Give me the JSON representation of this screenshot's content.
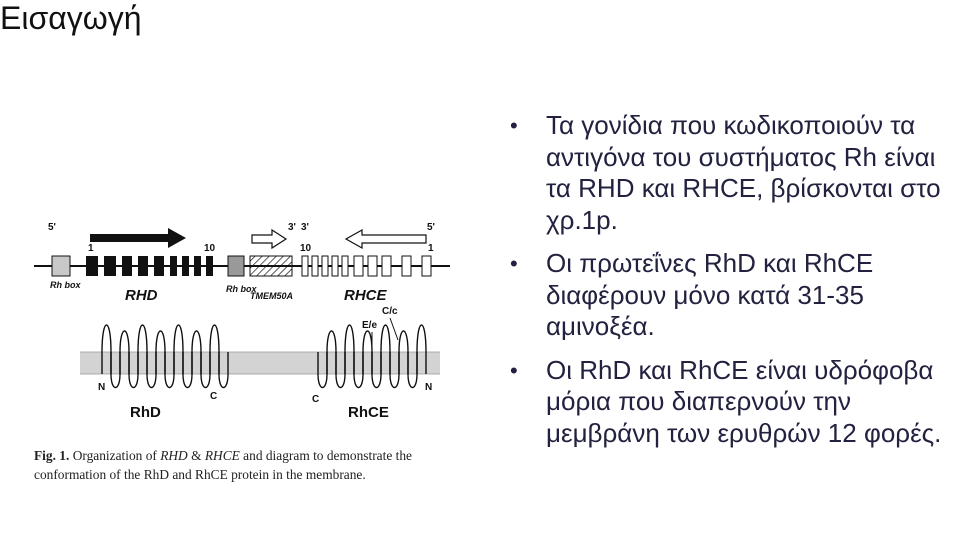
{
  "title": "Εισαγωγή",
  "bullets": [
    "Τα γονίδια που κωδικοποιούν τα αντιγόνα του συστήματος Rh είναι τα RHD και RHCE, βρίσκονται στο χρ.1p.",
    "Οι πρωτεΐνες RhD και RhCE διαφέρουν μόνο κατά 31-35 αμινοξέα.",
    "Οι RhD και RhCE είναι υδρόφοβα μόρια που διαπερνούν την μεμβράνη των ερυθρών 12 φορές."
  ],
  "figure": {
    "gene_labels": {
      "five_prime_left": "5'",
      "three_prime_a": "3'",
      "three_prime_b": "3'",
      "five_prime_right": "5'",
      "exon_1_left": "1",
      "exon_10_left": "10",
      "exon_10_right": "10",
      "exon_1_right": "1",
      "rh_box_left": "Rh box",
      "rhd_gene": "RHD",
      "rh_box_right": "Rh box",
      "tmem": "TMEM50A",
      "rhce_gene": "RHCE"
    },
    "protein_labels": {
      "ce_site": "C/c",
      "ee_site": "E/e",
      "n_left": "N",
      "c_left": "C",
      "c_right": "C",
      "n_right": "N",
      "rhd_protein": "RhD",
      "rhce_protein": "RhCE"
    },
    "caption": {
      "fig_num": "Fig. 1.",
      "t1": " Organization of ",
      "i1": "RHD",
      "t2": " & ",
      "i2": "RHCE",
      "t3": " and diagram to demonstrate the conformation of the RhD and RhCE protein in the membrane."
    }
  },
  "colors": {
    "membrane": "#d3d3d3",
    "ink": "#111111",
    "box_fill": "#c8c8c8",
    "text": "#222240"
  }
}
